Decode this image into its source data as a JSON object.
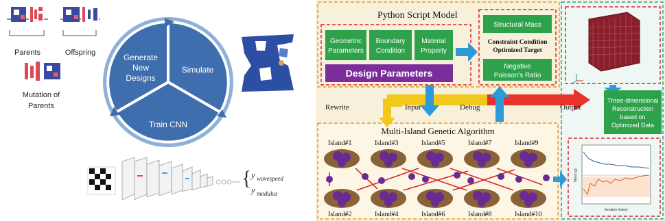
{
  "left": {
    "ga": {
      "parents_label": "Parents",
      "offspring_label": "Offspring",
      "mutation_label_line1": "Mutation of",
      "mutation_label_line2": "Parents"
    },
    "cycle": {
      "generate_line1": "Generate",
      "generate_line2": "New",
      "generate_line3": "Designs",
      "simulate": "Simulate",
      "train": "Train CNN"
    },
    "cnn_output": {
      "y1_base": "y",
      "y1_sub": "wavespeed",
      "y2_base": "y",
      "y2_sub": "modulus"
    }
  },
  "right": {
    "python_model": {
      "title": "Python Script Model",
      "geometric": [
        "Geometric",
        "Parameters"
      ],
      "boundary": [
        "Boundary",
        "Condition"
      ],
      "material": [
        "Material",
        "Property"
      ],
      "design_parameters": "Design Parameters",
      "structural_mass": "Structural Mass",
      "constraint_line1": "Constraint Condition",
      "constraint_line2": "Optimized Target",
      "negative_poisson": [
        "Negative",
        "Poisson's Ratio"
      ]
    },
    "flow_labels": {
      "rewrite": "Rewrite",
      "input": "Input",
      "debug": "Debug",
      "output": "Output"
    },
    "reconstruction": [
      "Three-dimensional",
      "Reconstruction",
      "based on",
      "Optimized Data"
    ],
    "misga": {
      "title": "Multi-Island Genetic Algorithm",
      "islands_top": [
        "Island#1",
        "Island#3",
        "Island#5",
        "Island#7",
        "Island#9"
      ],
      "islands_bottom": [
        "Island#2",
        "Island#4",
        "Island#6",
        "Island#8",
        "Island#10"
      ]
    },
    "plot": {
      "xlabel": "Iteration history",
      "ylabel": "Mass (g)"
    }
  },
  "colors": {
    "cycle_blue": "#3f6eae",
    "green_box": "#2ea24a",
    "purple_box": "#7b2d9c",
    "dashed_red": "#d8262c",
    "dashed_orange": "#e39a2b",
    "dashed_teal": "#1aa39a",
    "arrow_blue": "#2f9ad8",
    "arrow_red": "#e8332a",
    "arrow_yellow": "#f2c81c",
    "island_brown": "#8a6238",
    "island_purple": "#6a2a93"
  }
}
